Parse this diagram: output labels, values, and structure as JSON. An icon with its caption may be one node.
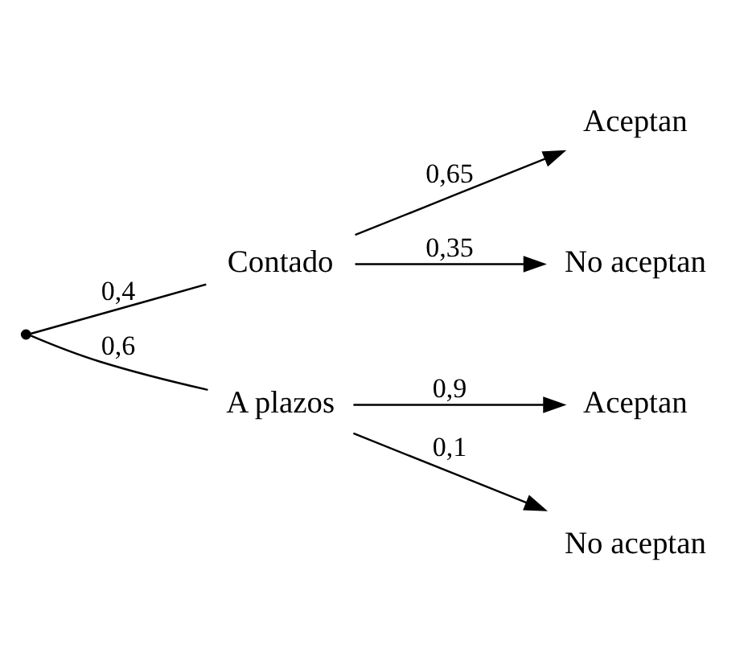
{
  "diagram": {
    "nodes": [
      {
        "text": [],
        "shape": "point"
      },
      {
        "text": [
          "Contado"
        ]
      },
      {
        "text": [
          "A plazos"
        ]
      },
      {
        "text": [
          "Aceptan"
        ]
      },
      {
        "text": [
          "No aceptan"
        ]
      },
      {
        "text": [
          "Aceptan"
        ]
      },
      {
        "text": [
          "No aceptan"
        ]
      }
    ],
    "edges": [
      {
        "from": 0,
        "to": 1,
        "arrow": "none",
        "label": "0,4"
      },
      {
        "from": 0,
        "to": 2,
        "arrow": "none",
        "label": "0,6"
      },
      {
        "from": 1,
        "to": 3,
        "arrow": "to",
        "label": "0,65"
      },
      {
        "from": 1,
        "to": 4,
        "arrow": "to",
        "label": "0,35"
      },
      {
        "from": 2,
        "to": 5,
        "arrow": "to",
        "label": "0,9"
      },
      {
        "from": 2,
        "to": 6,
        "arrow": "to",
        "label": "0,1"
      }
    ]
  }
}
